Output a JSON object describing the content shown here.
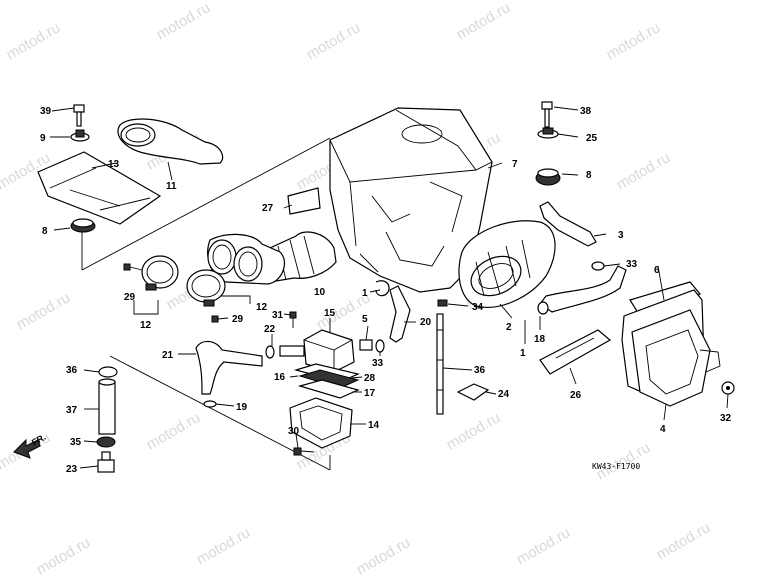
{
  "watermark": "motod.ru",
  "diagram_code": "KW43-F1700",
  "direction_label": "FR.",
  "callouts": [
    {
      "id": "c39",
      "text": "39"
    },
    {
      "id": "c9",
      "text": "9"
    },
    {
      "id": "c13",
      "text": "13"
    },
    {
      "id": "c11",
      "text": "11"
    },
    {
      "id": "c27",
      "text": "27"
    },
    {
      "id": "c8a",
      "text": "8"
    },
    {
      "id": "c29a",
      "text": "29"
    },
    {
      "id": "c12a",
      "text": "12"
    },
    {
      "id": "c12b",
      "text": "12"
    },
    {
      "id": "c29b",
      "text": "29"
    },
    {
      "id": "c10",
      "text": "10"
    },
    {
      "id": "c7",
      "text": "7"
    },
    {
      "id": "c38",
      "text": "38"
    },
    {
      "id": "c25",
      "text": "25"
    },
    {
      "id": "c8b",
      "text": "8"
    },
    {
      "id": "c3",
      "text": "3"
    },
    {
      "id": "c33a",
      "text": "33"
    },
    {
      "id": "c6",
      "text": "6"
    },
    {
      "id": "c1a",
      "text": "1"
    },
    {
      "id": "c34",
      "text": "34"
    },
    {
      "id": "c2",
      "text": "2"
    },
    {
      "id": "c18",
      "text": "18"
    },
    {
      "id": "c1b",
      "text": "1"
    },
    {
      "id": "c31",
      "text": "31"
    },
    {
      "id": "c15",
      "text": "15"
    },
    {
      "id": "c5",
      "text": "5"
    },
    {
      "id": "c20",
      "text": "20"
    },
    {
      "id": "c22",
      "text": "22"
    },
    {
      "id": "c33b",
      "text": "33"
    },
    {
      "id": "c21",
      "text": "21"
    },
    {
      "id": "c36a",
      "text": "36"
    },
    {
      "id": "c16",
      "text": "16"
    },
    {
      "id": "c28",
      "text": "28"
    },
    {
      "id": "c17",
      "text": "17"
    },
    {
      "id": "c36b",
      "text": "36"
    },
    {
      "id": "c24",
      "text": "24"
    },
    {
      "id": "c26",
      "text": "26"
    },
    {
      "id": "c19",
      "text": "19"
    },
    {
      "id": "c37",
      "text": "37"
    },
    {
      "id": "c14",
      "text": "14"
    },
    {
      "id": "c4",
      "text": "4"
    },
    {
      "id": "c32",
      "text": "32"
    },
    {
      "id": "c30",
      "text": "30"
    },
    {
      "id": "c35",
      "text": "35"
    },
    {
      "id": "c23",
      "text": "23"
    }
  ]
}
